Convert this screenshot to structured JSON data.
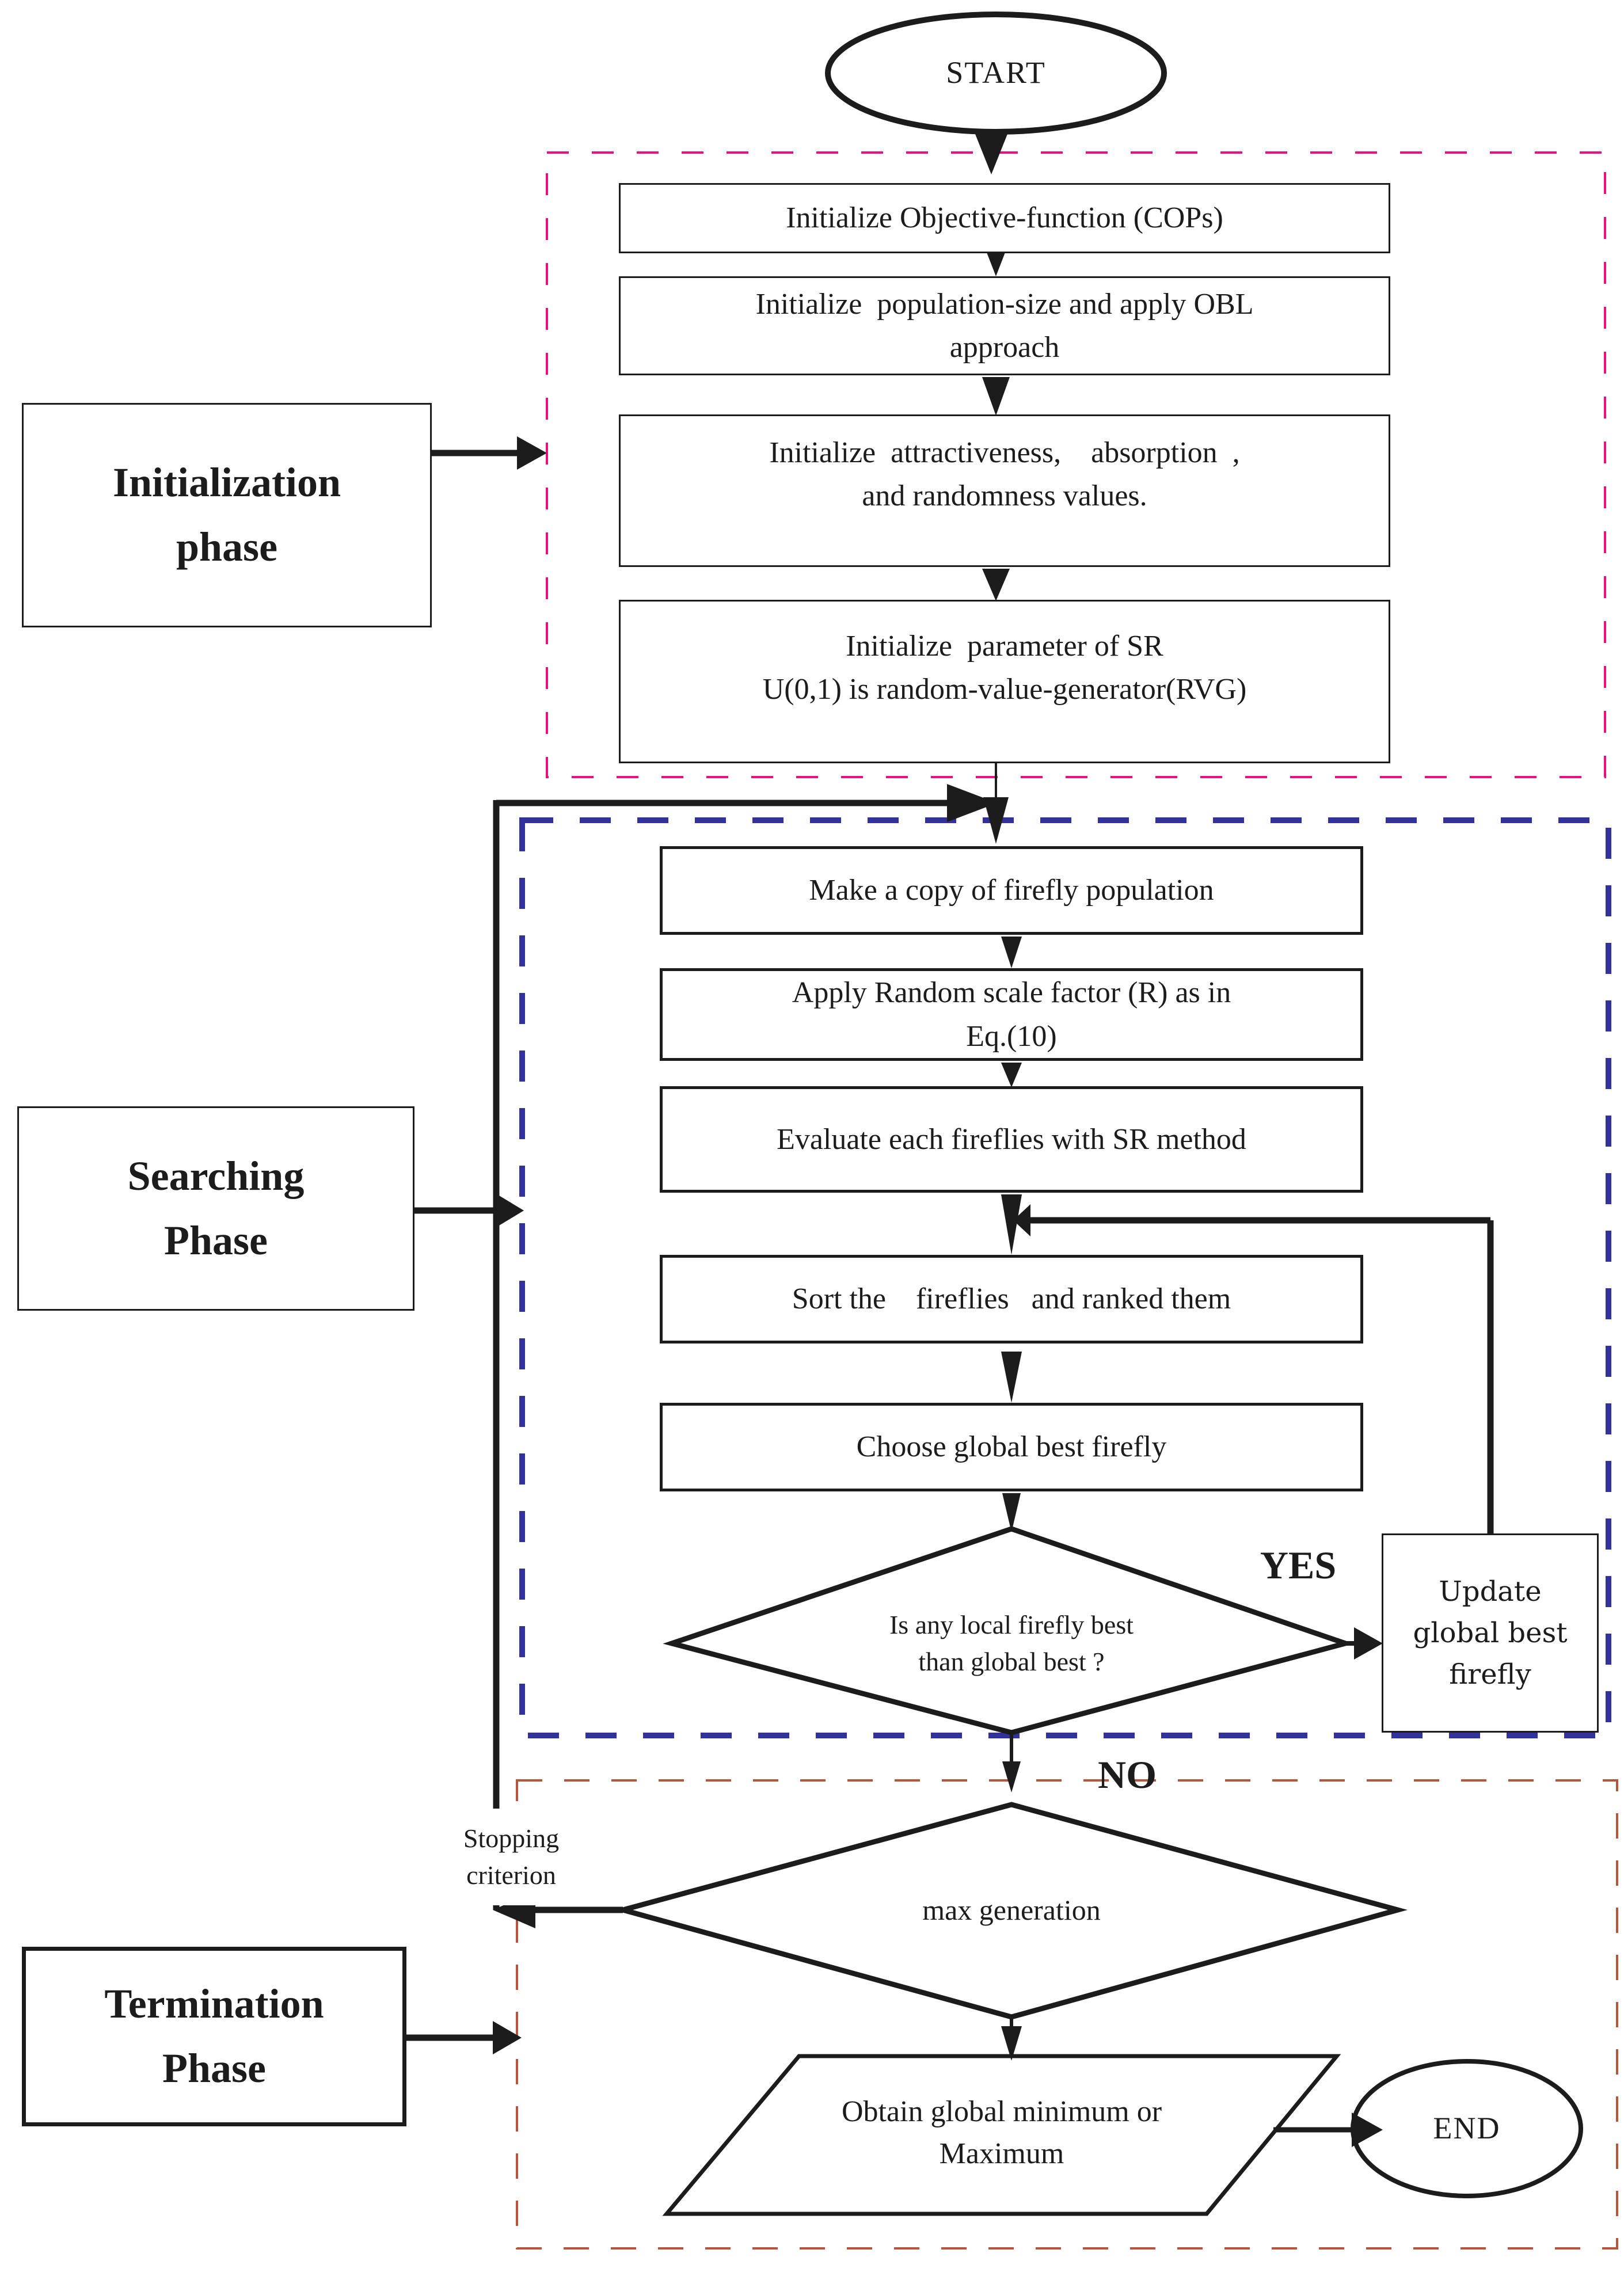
{
  "phases": {
    "initialization": {
      "label_lines": [
        "Initialization",
        "phase"
      ],
      "border_color": "#e8117f"
    },
    "searching": {
      "label_lines": [
        "Searching",
        "Phase"
      ],
      "border_color": "#32329b"
    },
    "termination": {
      "label_lines": [
        "Termination",
        "Phase"
      ],
      "border_color": "#b5563c"
    }
  },
  "terminals": {
    "start": "START",
    "end": "END"
  },
  "process_steps": {
    "init_objective": {
      "lines": [
        "Initialize Objective-function (COPs)"
      ]
    },
    "init_population": {
      "lines": [
        "Initialize  population-size and apply OBL",
        "approach"
      ]
    },
    "init_attractiveness": {
      "lines": [
        "Initialize  attractiveness,    absorption  ,",
        "and randomness values."
      ]
    },
    "init_sr": {
      "lines": [
        "Initialize  parameter of SR",
        "U(0,1) is random-value-generator(RVG)"
      ]
    },
    "make_copy": {
      "lines": [
        "Make a copy of firefly population"
      ]
    },
    "apply_rsf": {
      "lines": [
        "Apply Random scale factor (R) as in",
        "Eq.(10)"
      ]
    },
    "evaluate": {
      "lines": [
        "Evaluate each fireflies with SR method"
      ]
    },
    "sort": {
      "lines": [
        "Sort the    fireflies   and ranked them"
      ]
    },
    "choose": {
      "lines": [
        "Choose global best firefly"
      ]
    },
    "update_global": {
      "lines": [
        "Update",
        "global best",
        "firefly"
      ]
    },
    "obtain": {
      "lines": [
        "Obtain global minimum or",
        "Maximum"
      ]
    }
  },
  "decisions": {
    "local_vs_global": {
      "lines": [
        "Is any local firefly best",
        "than global best ?"
      ]
    },
    "max_generation": {
      "lines": [
        "max generation"
      ]
    }
  },
  "edge_labels": {
    "yes": "YES",
    "no": "NO",
    "stopping_criterion_lines": [
      "Stopping",
      "criterion"
    ]
  },
  "line_color": "#1c1c1c"
}
